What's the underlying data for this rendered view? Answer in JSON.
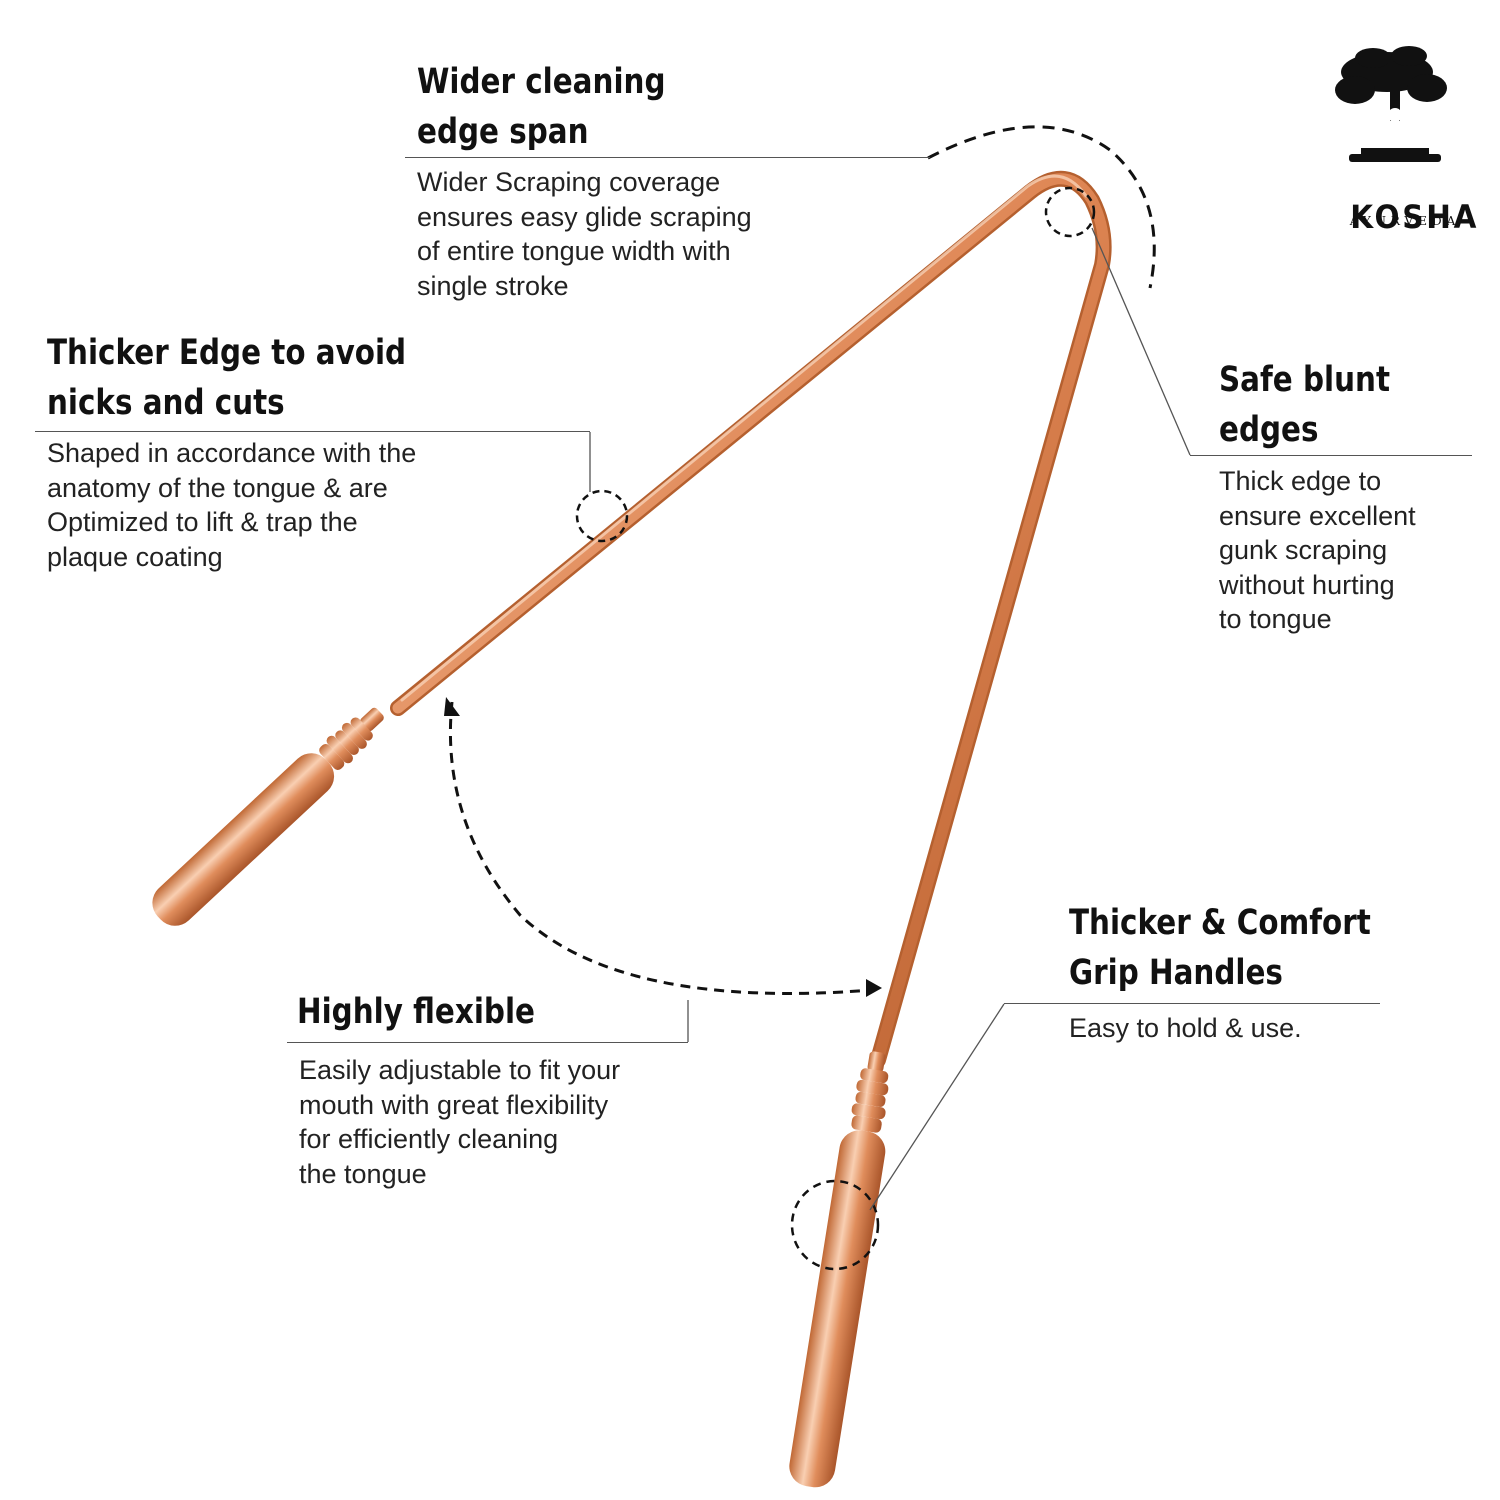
{
  "brand": {
    "name": "KOSHA",
    "subtitle": "AYURVEDA",
    "logo_icon": "tree-meditation-icon"
  },
  "product": {
    "material_color": "#d9804f",
    "highlight_color": "#f6c3a2",
    "shadow_color": "#a6542d"
  },
  "callouts": {
    "wider_edge": {
      "title": "Wider cleaning\nedge span",
      "body": "Wider Scraping coverage\nensures easy glide scraping\nof entire tongue width with\nsingle stroke"
    },
    "thicker_edge": {
      "title": "Thicker Edge to avoid\nnicks and cuts",
      "body": "Shaped in accordance with the\nanatomy of the tongue & are\nOptimized to lift & trap the\nplaque coating"
    },
    "safe_blunt": {
      "title": "Safe blunt\nedges",
      "body": "Thick edge to\nensure excellent\ngunk scraping\nwithout hurting\nto tongue"
    },
    "flexible": {
      "title": "Highly flexible",
      "body": "Easily adjustable to fit your\nmouth with great flexibility\nfor efficiently cleaning\nthe tongue"
    },
    "grip": {
      "title": "Thicker & Comfort\nGrip Handles",
      "body": "Easy to hold & use."
    }
  }
}
